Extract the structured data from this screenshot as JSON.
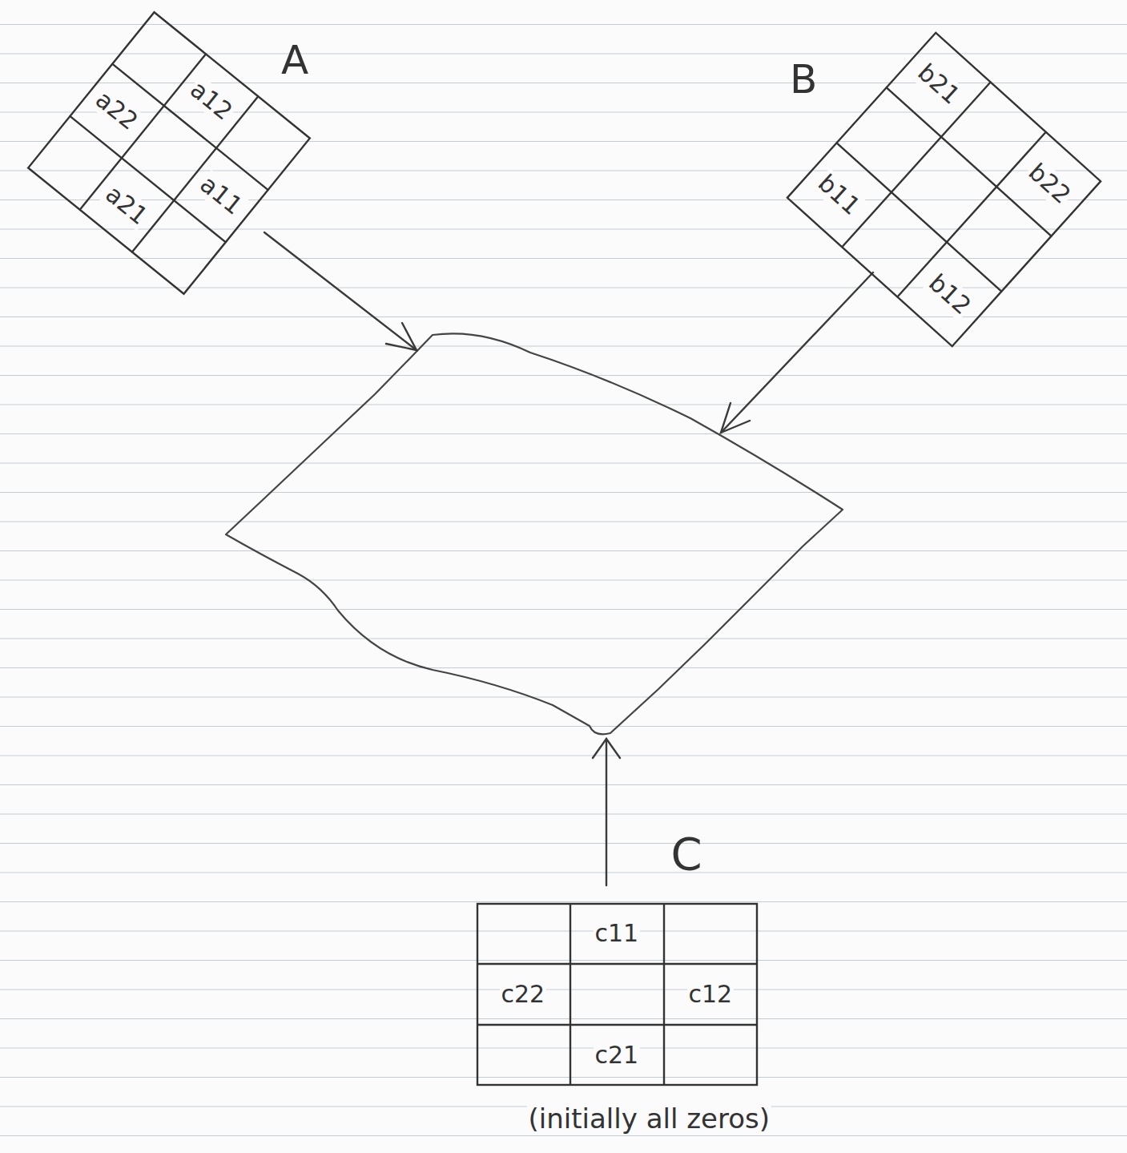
{
  "diagram": {
    "nodes": [
      {
        "text": [
          "A",
          "a22",
          "a12",
          "a11",
          "a21"
        ]
      },
      {
        "text": [
          "B",
          "b21",
          "b11",
          "b22",
          "b12"
        ]
      },
      {
        "text": [
          "C",
          "c11",
          "c22",
          "c12",
          "c21"
        ]
      }
    ],
    "labels": [
      "(initially all zeros)"
    ]
  }
}
